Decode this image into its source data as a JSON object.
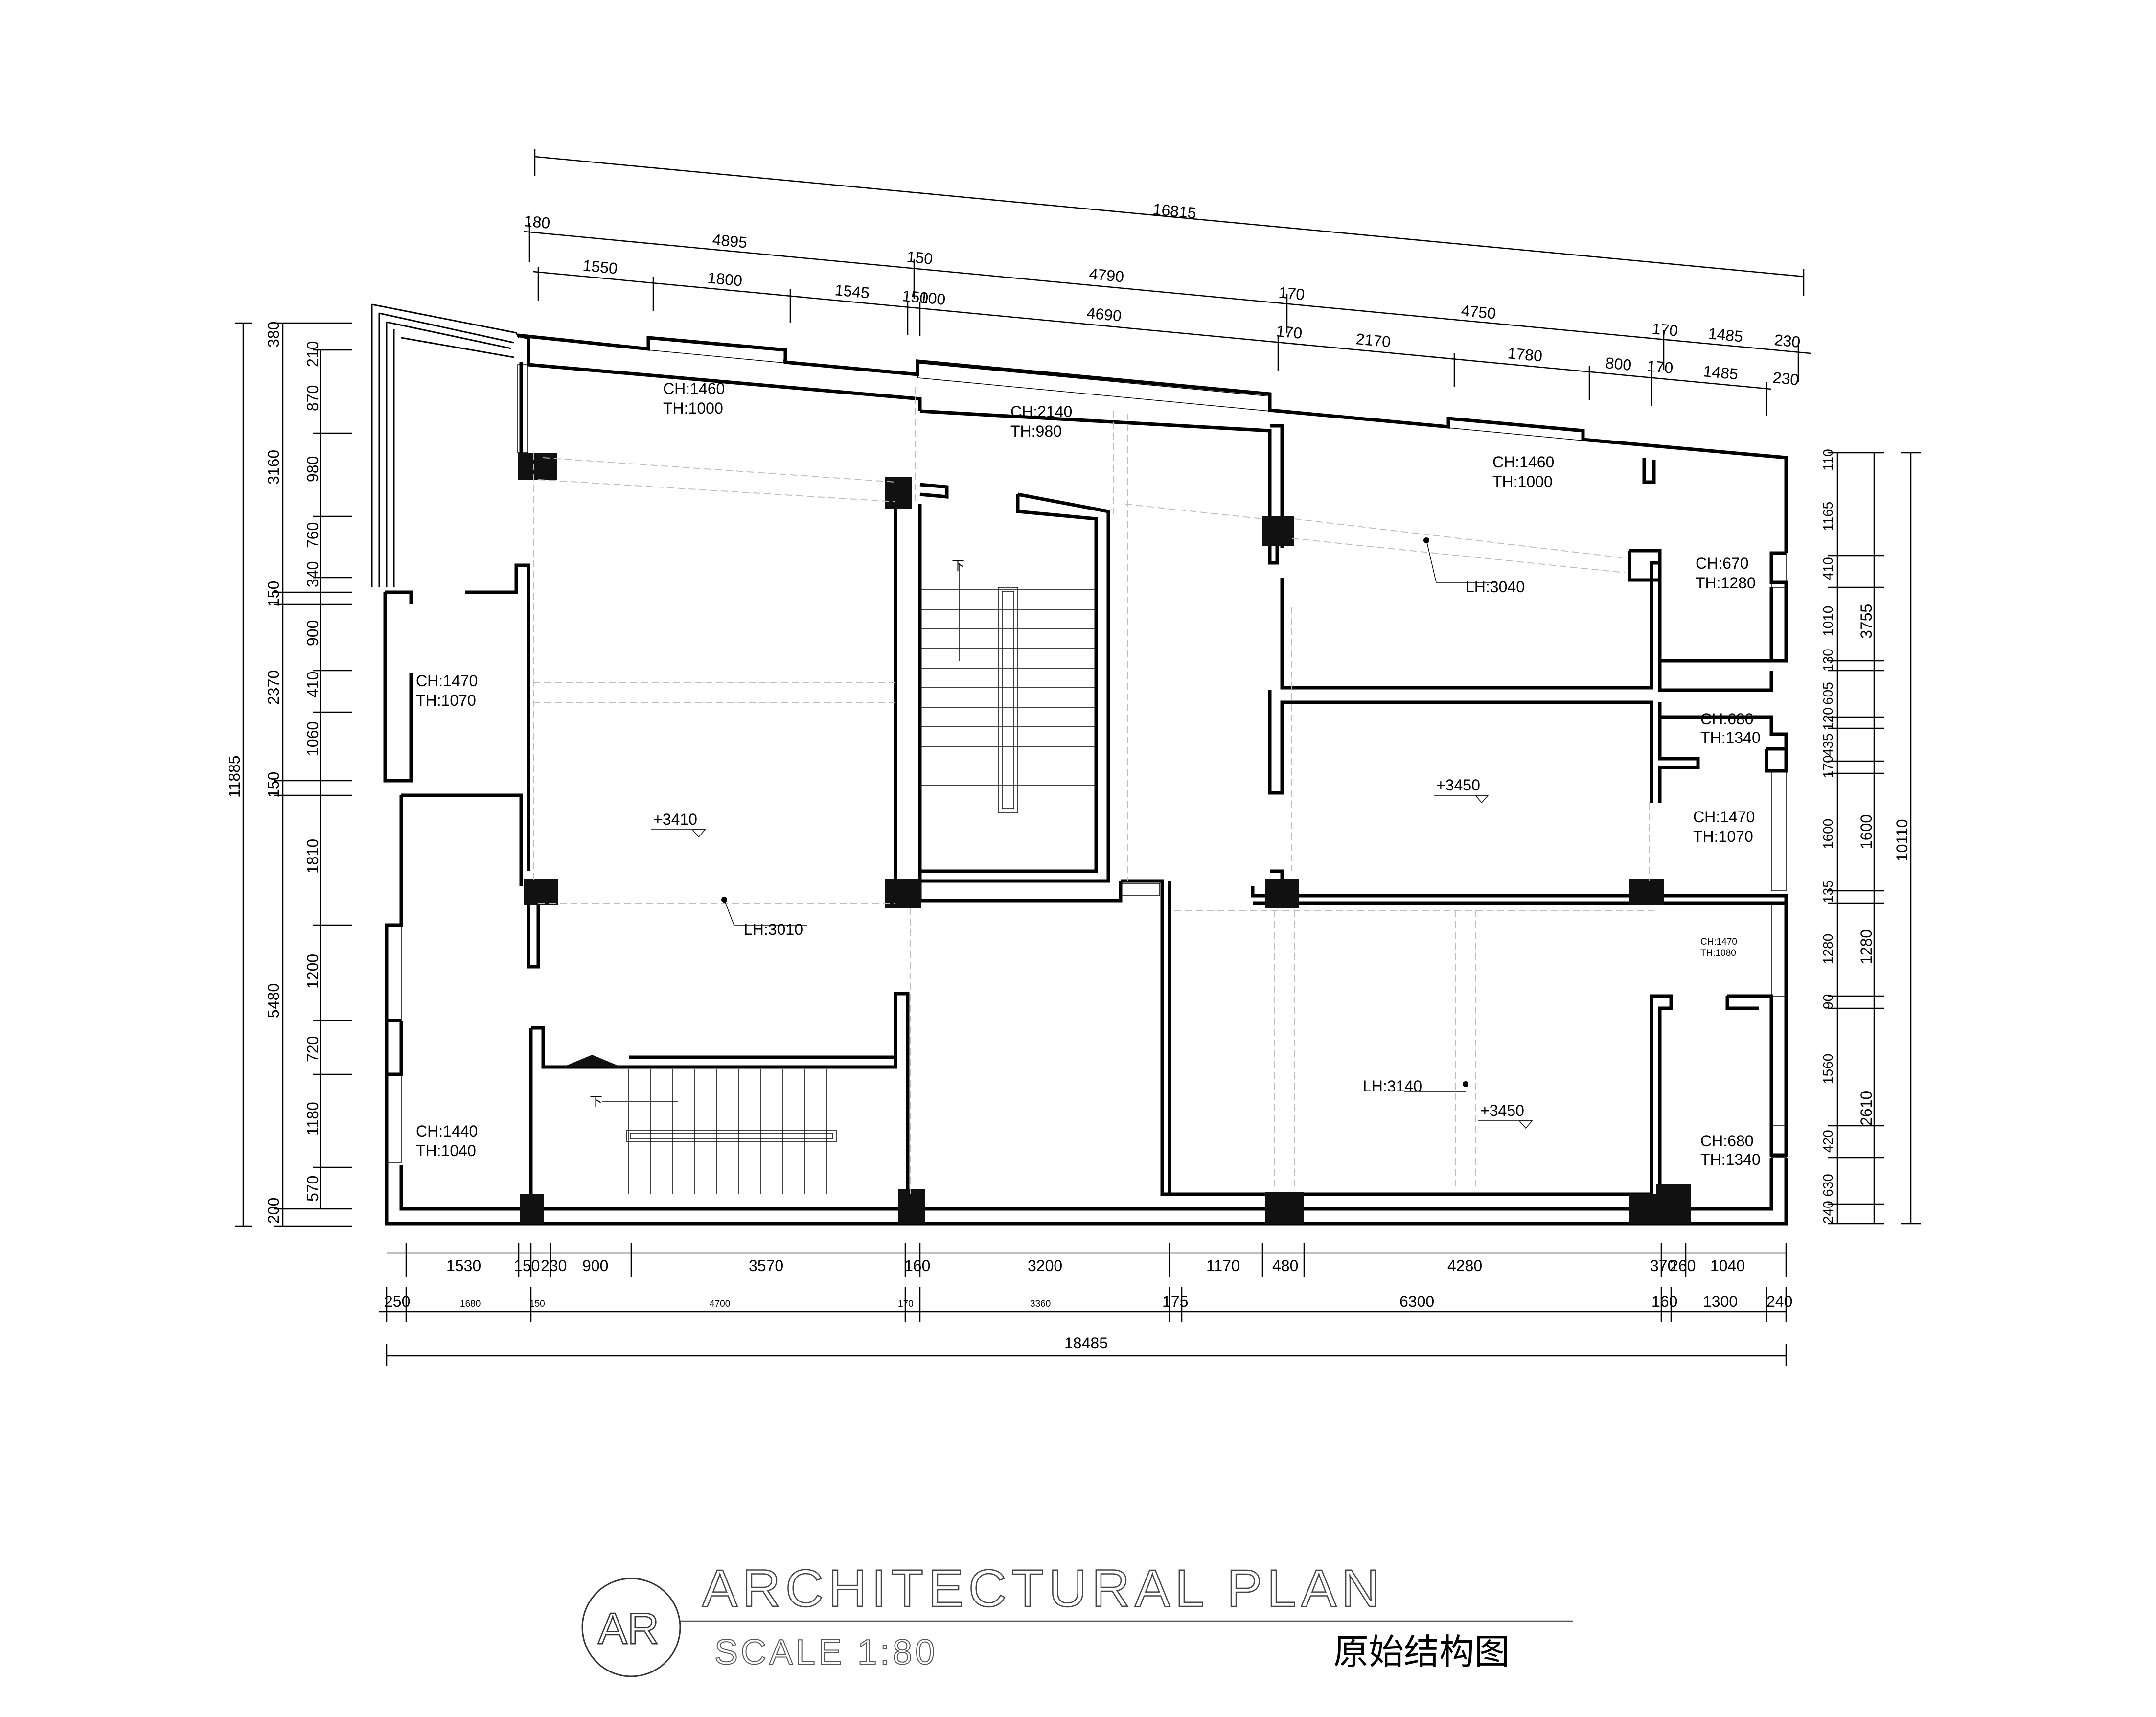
{
  "title_block": {
    "badge": "AR",
    "title": "ARCHITECTURAL PLAN",
    "scale": "SCALE 1:80",
    "subtitle_cn": "原始结构图"
  },
  "dimensions": {
    "top_overall": "16815",
    "top_row1": [
      "180",
      "4895",
      "150",
      "4790",
      "170",
      "4750",
      "170",
      "1485",
      "230"
    ],
    "top_row2": [
      "1550",
      "1800",
      "1545",
      "150",
      "100",
      "4690",
      "170",
      "2170",
      "1780",
      "800",
      "170",
      "1485",
      "230"
    ],
    "left_overall": "11885",
    "left_row1": [
      "380",
      "3160",
      "150",
      "2370",
      "150",
      "5480",
      "200"
    ],
    "left_row2": [
      "210",
      "870",
      "980",
      "760",
      "340",
      "900",
      "410",
      "1060",
      "1810",
      "1200",
      "720",
      "1180",
      "570"
    ],
    "right_overall": "10110",
    "right_row1": [
      "110",
      "1165",
      "410",
      "1010",
      "130",
      "605",
      "120",
      "435",
      "170",
      "1600",
      "135",
      "1280",
      "90",
      "1560",
      "420",
      "630",
      "240"
    ],
    "right_row2": [
      "3755",
      "1600",
      "1280",
      "2610"
    ],
    "bottom_overall": "18485",
    "bottom_row1": [
      "1530",
      "150",
      "230",
      "900",
      "3570",
      "160",
      "3200",
      "1170",
      "480",
      "4280",
      "370",
      "260",
      "1040"
    ],
    "bottom_row2": [
      "250",
      "1680",
      "150",
      "4700",
      "170",
      "3360",
      "175",
      "6300",
      "160",
      "1300",
      "240"
    ]
  },
  "annotations": {
    "window_top_left": [
      "CH:1460",
      "TH:1000"
    ],
    "window_top_mid": [
      "CH:2140",
      "TH:980"
    ],
    "window_top_right": [
      "CH:1460",
      "TH:1000"
    ],
    "window_right_1": [
      "CH:670",
      "TH:1280"
    ],
    "window_right_2": [
      "CH:680",
      "TH:1340"
    ],
    "window_right_3": [
      "CH:1470",
      "TH:1070"
    ],
    "window_right_4": [
      "CH:1470",
      "TH:1080"
    ],
    "window_right_5": [
      "CH:680",
      "TH:1340"
    ],
    "window_left_1": [
      "CH:1470",
      "TH:1070"
    ],
    "window_left_2": [
      "CH:1440",
      "TH:1040"
    ],
    "level_left": "+3410",
    "level_right_1": "+3450",
    "level_right_2": "+3450",
    "lh_left": "LH:3010",
    "lh_right_top": "LH:3040",
    "lh_right_bottom": "LH:3140",
    "stair_down_1": "下",
    "stair_down_2": "下"
  }
}
